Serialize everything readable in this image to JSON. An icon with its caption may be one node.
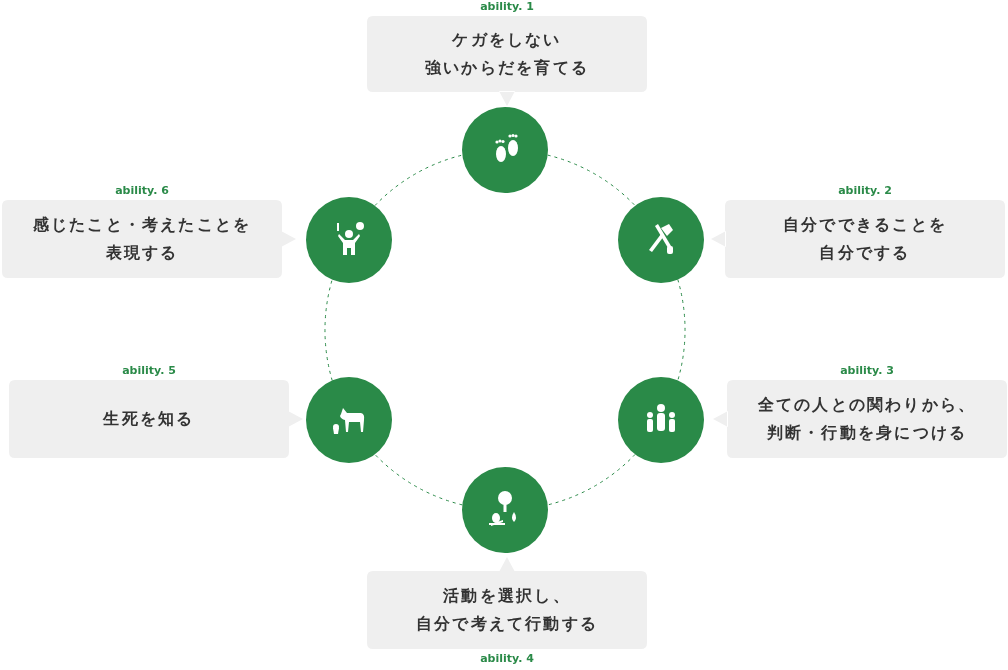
{
  "diagram": {
    "nodes": [
      {
        "text": [
          "ability. 1",
          "ケガをしない強いからだを育てる"
        ]
      },
      {
        "text": [
          "ability. 2",
          "自分でできることを自分でする"
        ]
      },
      {
        "text": [
          "ability. 3",
          "全ての人との関わりから、判断・行動を身につける"
        ]
      },
      {
        "text": [
          "活動を選択し、自分で考えて行動する",
          "ability. 4"
        ]
      },
      {
        "text": [
          "ability. 5",
          "生死を知る"
        ]
      },
      {
        "text": [
          "ability. 6",
          "感じたこと・考えたことを表現する"
        ]
      },
      {
        "text": [],
        "shape": "circle"
      },
      {
        "text": [],
        "shape": "circle"
      },
      {
        "text": [],
        "shape": "circle"
      },
      {
        "text": [],
        "shape": "circle"
      },
      {
        "text": [],
        "shape": "circle"
      },
      {
        "text": [],
        "shape": "circle"
      }
    ],
    "edges": [
      {
        "from": 6,
        "to": 7,
        "arrow": "none",
        "style": "dashed"
      },
      {
        "from": 7,
        "to": 8,
        "arrow": "none",
        "style": "dashed"
      },
      {
        "from": 8,
        "to": 9,
        "arrow": "none",
        "style": "dashed"
      },
      {
        "from": 9,
        "to": 10,
        "arrow": "none",
        "style": "dashed"
      },
      {
        "from": 10,
        "to": 11,
        "arrow": "none",
        "style": "dashed"
      },
      {
        "from": 11,
        "to": 6,
        "arrow": "none",
        "style": "dashed"
      }
    ]
  }
}
